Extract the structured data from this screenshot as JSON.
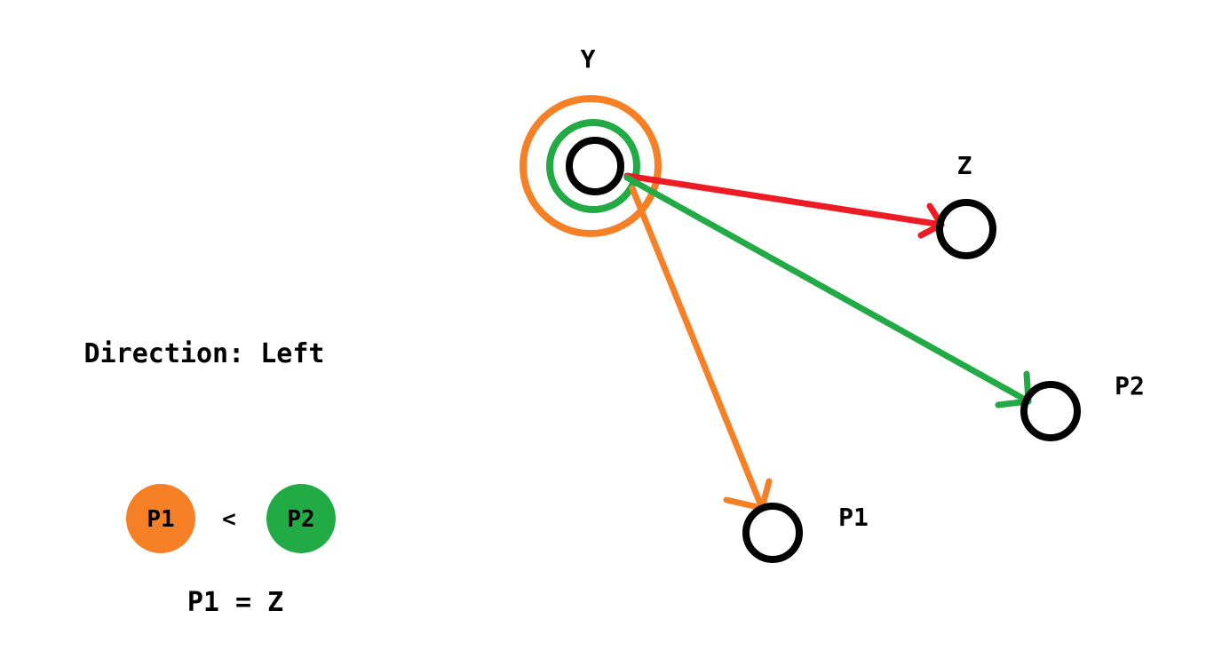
{
  "colors": {
    "background": "#ffffff",
    "node_stroke": "#000000",
    "orange": "#f58025",
    "green": "#22ab45",
    "red": "#ed1c24"
  },
  "nodes": {
    "y": {
      "label": "Y"
    },
    "z": {
      "label": "Z"
    },
    "p1": {
      "label": "P1"
    },
    "p2": {
      "label": "P2"
    }
  },
  "rings_around_y": [
    {
      "color": "orange"
    },
    {
      "color": "green"
    }
  ],
  "edges": [
    {
      "from": "Y",
      "to": "Z",
      "color": "red"
    },
    {
      "from": "Y",
      "to": "P2",
      "color": "green"
    },
    {
      "from": "Y",
      "to": "P1",
      "color": "orange"
    }
  ],
  "side": {
    "direction_text": "Direction: Left",
    "badge_left": {
      "label": "P1",
      "color": "orange"
    },
    "comparator": "<",
    "badge_right": {
      "label": "P2",
      "color": "green"
    },
    "equation_text": "P1 = Z"
  }
}
